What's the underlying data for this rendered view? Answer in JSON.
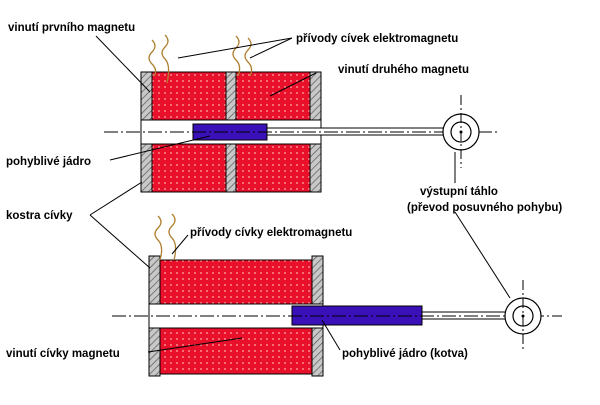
{
  "labels": {
    "winding_first": "vinutí prvního magnetu",
    "leads_coils": "přívody cívek elektromagnetu",
    "winding_second": "vinutí druhého magnetu",
    "movable_core": "pohyblivé jádro",
    "output_rod_1": "výstupní táhlo",
    "output_rod_2": "(převod posuvného pohybu)",
    "coil_frame": "kostra cívky",
    "leads_coil": "přívody cívky elektromagnetu",
    "winding_coil": "vinutí cívky magnetu",
    "movable_core_armature": "pohyblivé jádro (kotva)"
  },
  "colors": {
    "coil": "#e8102a",
    "coil_dot": "#ff8a8a",
    "core": "#3a10b8",
    "frame": "#c8c8c8",
    "hatch": "#555555",
    "lead": "#b08030"
  }
}
